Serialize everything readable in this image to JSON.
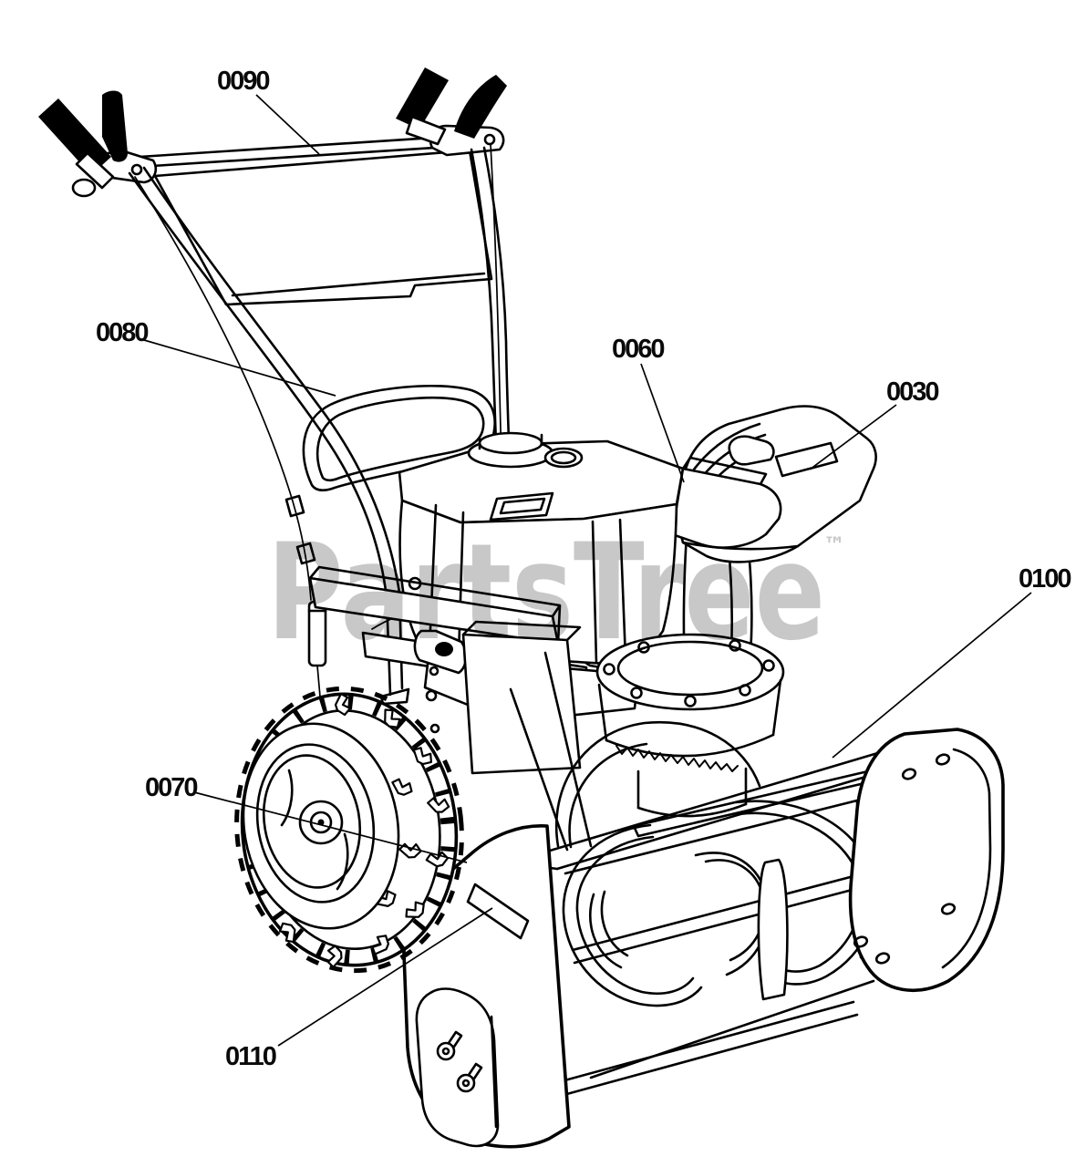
{
  "page": {
    "background": "#ffffff",
    "ink": "#000000"
  },
  "diagram": {
    "kind": "exploded-parts-line-drawing",
    "subject": "two-stage snow blower",
    "watermark": {
      "text": "PartsTree",
      "tm": "™",
      "color": "#c8c8c8"
    },
    "callouts": [
      {
        "id": "0090"
      },
      {
        "id": "0080"
      },
      {
        "id": "0060"
      },
      {
        "id": "0030"
      },
      {
        "id": "0100"
      },
      {
        "id": "0070"
      },
      {
        "id": "0110"
      }
    ]
  }
}
